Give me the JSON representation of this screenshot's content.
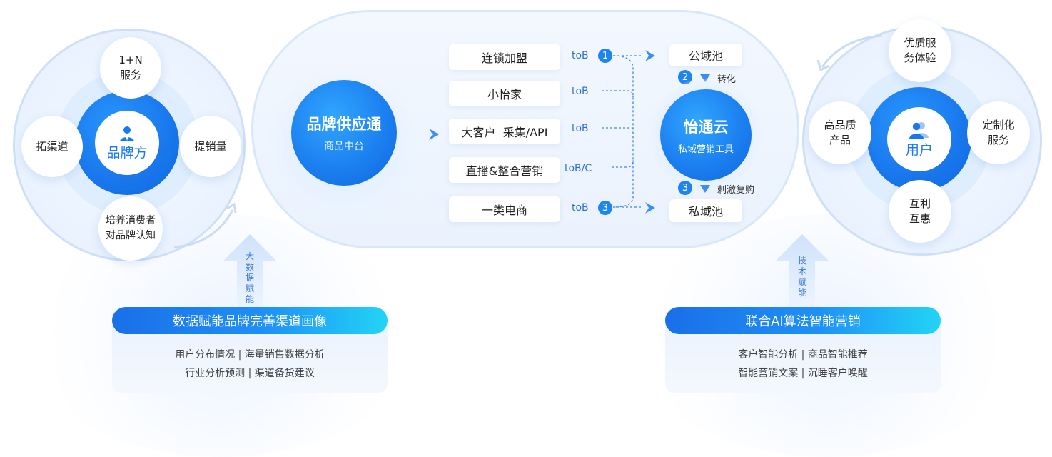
{
  "left": {
    "core_label": "品牌方",
    "satellites": {
      "top": [
        "1+N",
        "服务"
      ],
      "left": "拓渠道",
      "right": "提销量",
      "bottom": [
        "培养消费者",
        "对品牌认知"
      ]
    }
  },
  "center": {
    "main_circle": {
      "title": "品牌供应通",
      "subtitle": "商品中台"
    },
    "channels": [
      {
        "label": "连锁加盟",
        "mode": "toB",
        "badge": "1"
      },
      {
        "label": "小怡家",
        "mode": "toB",
        "badge": ""
      },
      {
        "label": "大客户  采集/API",
        "mode": "toB",
        "badge": ""
      },
      {
        "label": "直播&整合营销",
        "mode": "toB/C",
        "badge": ""
      },
      {
        "label": "一类电商",
        "mode": "toB",
        "badge": "3"
      }
    ],
    "public_pool": "公域池",
    "private_pool": "私域池",
    "step2": {
      "num": "2",
      "label": "转化"
    },
    "step3": {
      "num": "3",
      "label": "刺激复购"
    },
    "cloud": {
      "title": "怡通云",
      "subtitle": "私域营销工具"
    }
  },
  "right": {
    "core_label": "用户",
    "satellites": {
      "top": [
        "优质服",
        "务体验"
      ],
      "left": [
        "高品质",
        "产品"
      ],
      "right": [
        "定制化",
        "服务"
      ],
      "bottom": [
        "互利",
        "互惠"
      ]
    }
  },
  "panels": {
    "left": {
      "arrow_text": "大数据赋能",
      "header": "数据赋能品牌完善渠道画像",
      "lines": [
        "用户分布情况 | 海量销售数据分析",
        "行业分析预测 | 渠道备货建议"
      ]
    },
    "right": {
      "arrow_text": "技术赋能",
      "header": "联合AI算法智能营销",
      "lines": [
        "客户智能分析 | 商品智能推荐",
        "智能营销文案 | 沉睡客户唤醒"
      ]
    }
  },
  "colors": {
    "primary": "#1a79ee",
    "accent": "#22d4f5",
    "ring": "#cfe0f6"
  },
  "icons": [
    "person-icon",
    "users-icon",
    "chevron-right-icon",
    "triangle-down-icon",
    "up-arrow-icon",
    "curved-arrow-icon"
  ]
}
